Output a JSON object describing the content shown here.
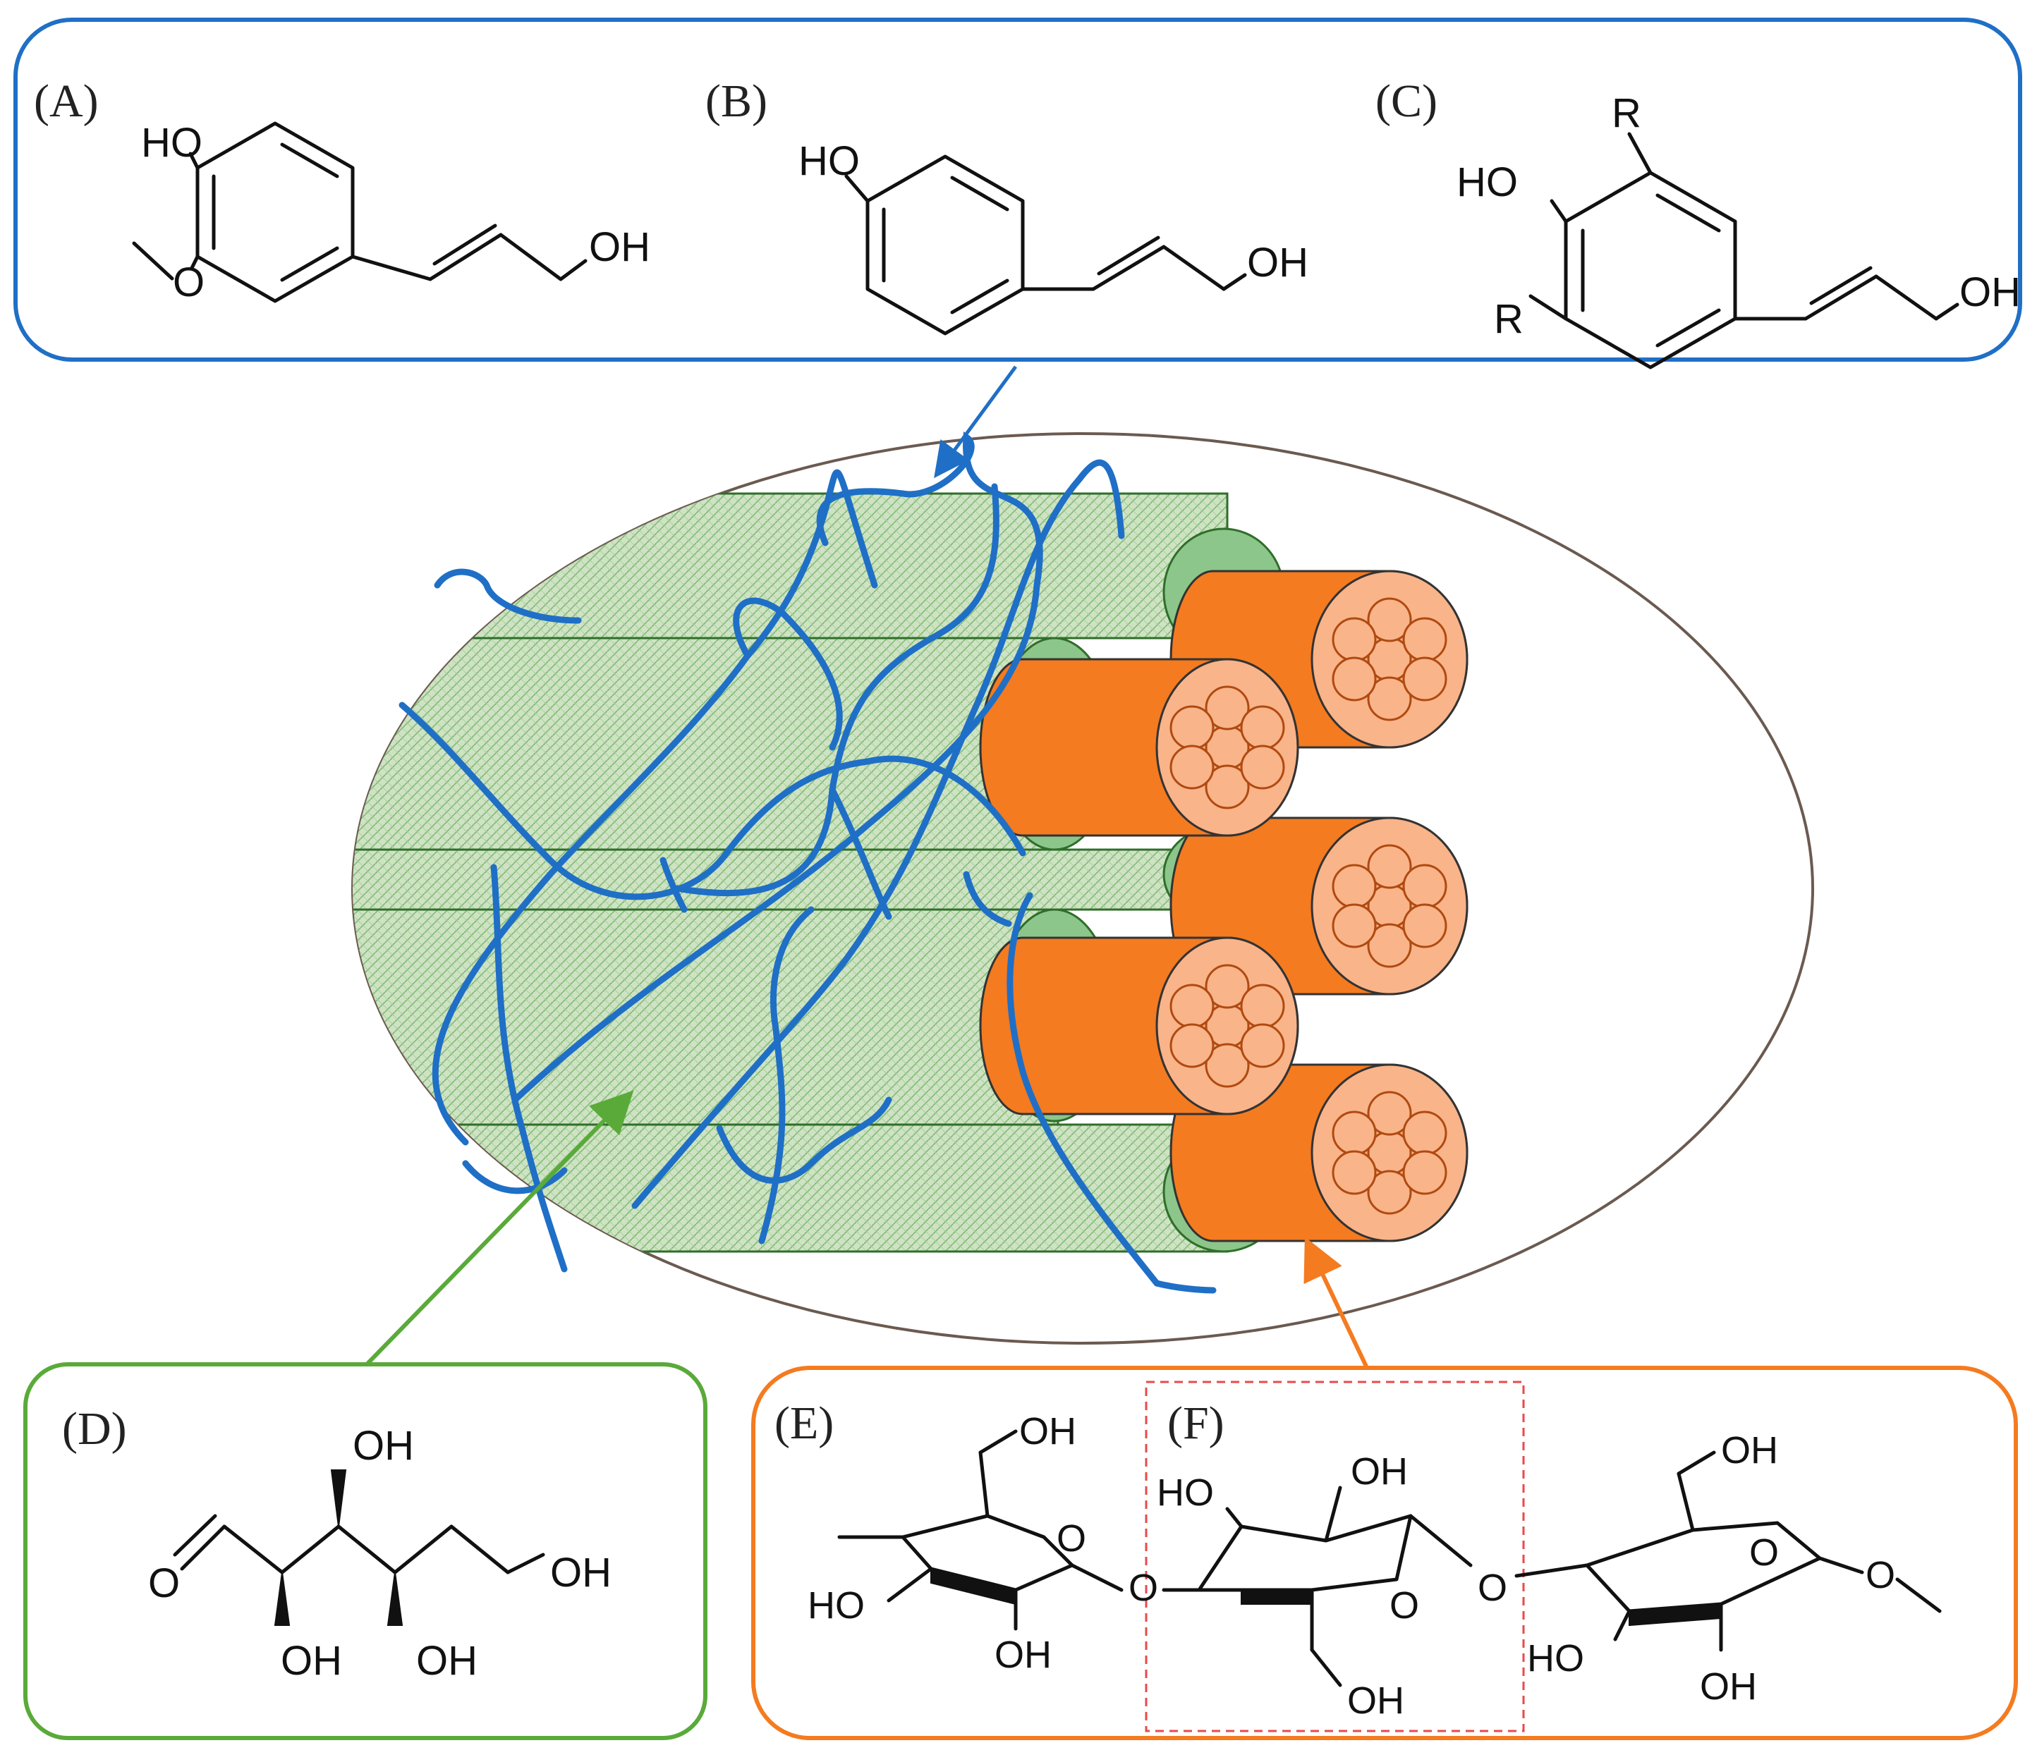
{
  "panels": {
    "A": {
      "label": "(A)",
      "atoms": {
        "ho": "HO",
        "o": "O",
        "oh": "OH"
      }
    },
    "B": {
      "label": "(B)",
      "atoms": {
        "ho": "HO",
        "oh": "OH"
      }
    },
    "C": {
      "label": "(C)",
      "atoms": {
        "r_top": "R",
        "r_bottom": "R",
        "ho": "HO",
        "oh": "OH"
      }
    },
    "D": {
      "label": "(D)",
      "atoms": {
        "o": "O",
        "oh_top": "OH",
        "oh_right": "OH",
        "oh_bottom_left": "OH",
        "oh_bottom_right": "OH"
      }
    },
    "E": {
      "label": "(E)",
      "atoms": {
        "oh_top": "OH",
        "o_ring": "O",
        "ho_left": "HO",
        "oh_bottom": "OH",
        "o_link": "O"
      }
    },
    "F": {
      "label": "(F)",
      "atoms": {
        "ho": "HO",
        "oh_top": "OH",
        "o_ring": "O",
        "oh_bottom": "OH",
        "o_link": "O"
      }
    },
    "G": {
      "atoms": {
        "oh_top": "OH",
        "o_ring": "O",
        "o_methyl": "O",
        "ho_left": "HO",
        "oh_bottom": "OH"
      }
    }
  },
  "colors": {
    "lignin": "#1f6fc6",
    "hemicellulose": "#5aaa3a",
    "cellulose": "#f47b20",
    "microfibril": "#f9b48a",
    "matrix_fill": "#cfe3c4",
    "cap_fill": "#8cc68a",
    "ellipse_stroke": "#6b5a50",
    "highlight_box": "#e84a4a"
  }
}
